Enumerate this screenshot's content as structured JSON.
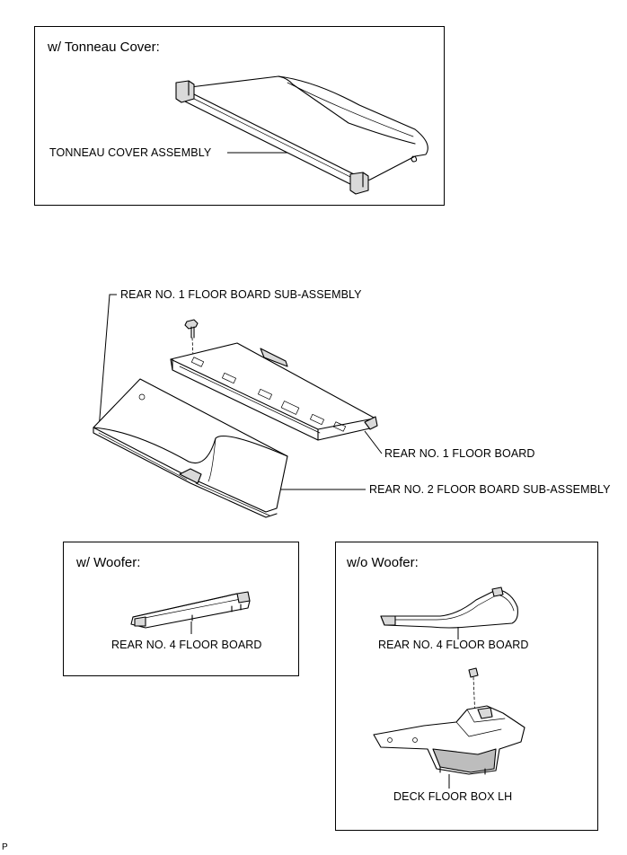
{
  "panels": {
    "tonneau": {
      "title": "w/ Tonneau Cover:"
    },
    "woofer": {
      "title": "w/ Woofer:"
    },
    "no_woofer": {
      "title": "w/o Woofer:"
    }
  },
  "labels": {
    "tonneau_cover_assembly": "TONNEAU COVER ASSEMBLY",
    "rear_no1_floor_board_sub_assembly": "REAR NO. 1 FLOOR BOARD SUB-ASSEMBLY",
    "rear_no1_floor_board": "REAR NO. 1 FLOOR BOARD",
    "rear_no2_floor_board_sub_assembly": "REAR NO. 2 FLOOR BOARD SUB-ASSEMBLY",
    "woofer_rear_no4_floor_board": "REAR NO. 4 FLOOR BOARD",
    "no_woofer_rear_no4_floor_board": "REAR NO. 4 FLOOR BOARD",
    "deck_floor_box_lh": "DECK FLOOR BOX LH"
  },
  "corner_mark": "P"
}
